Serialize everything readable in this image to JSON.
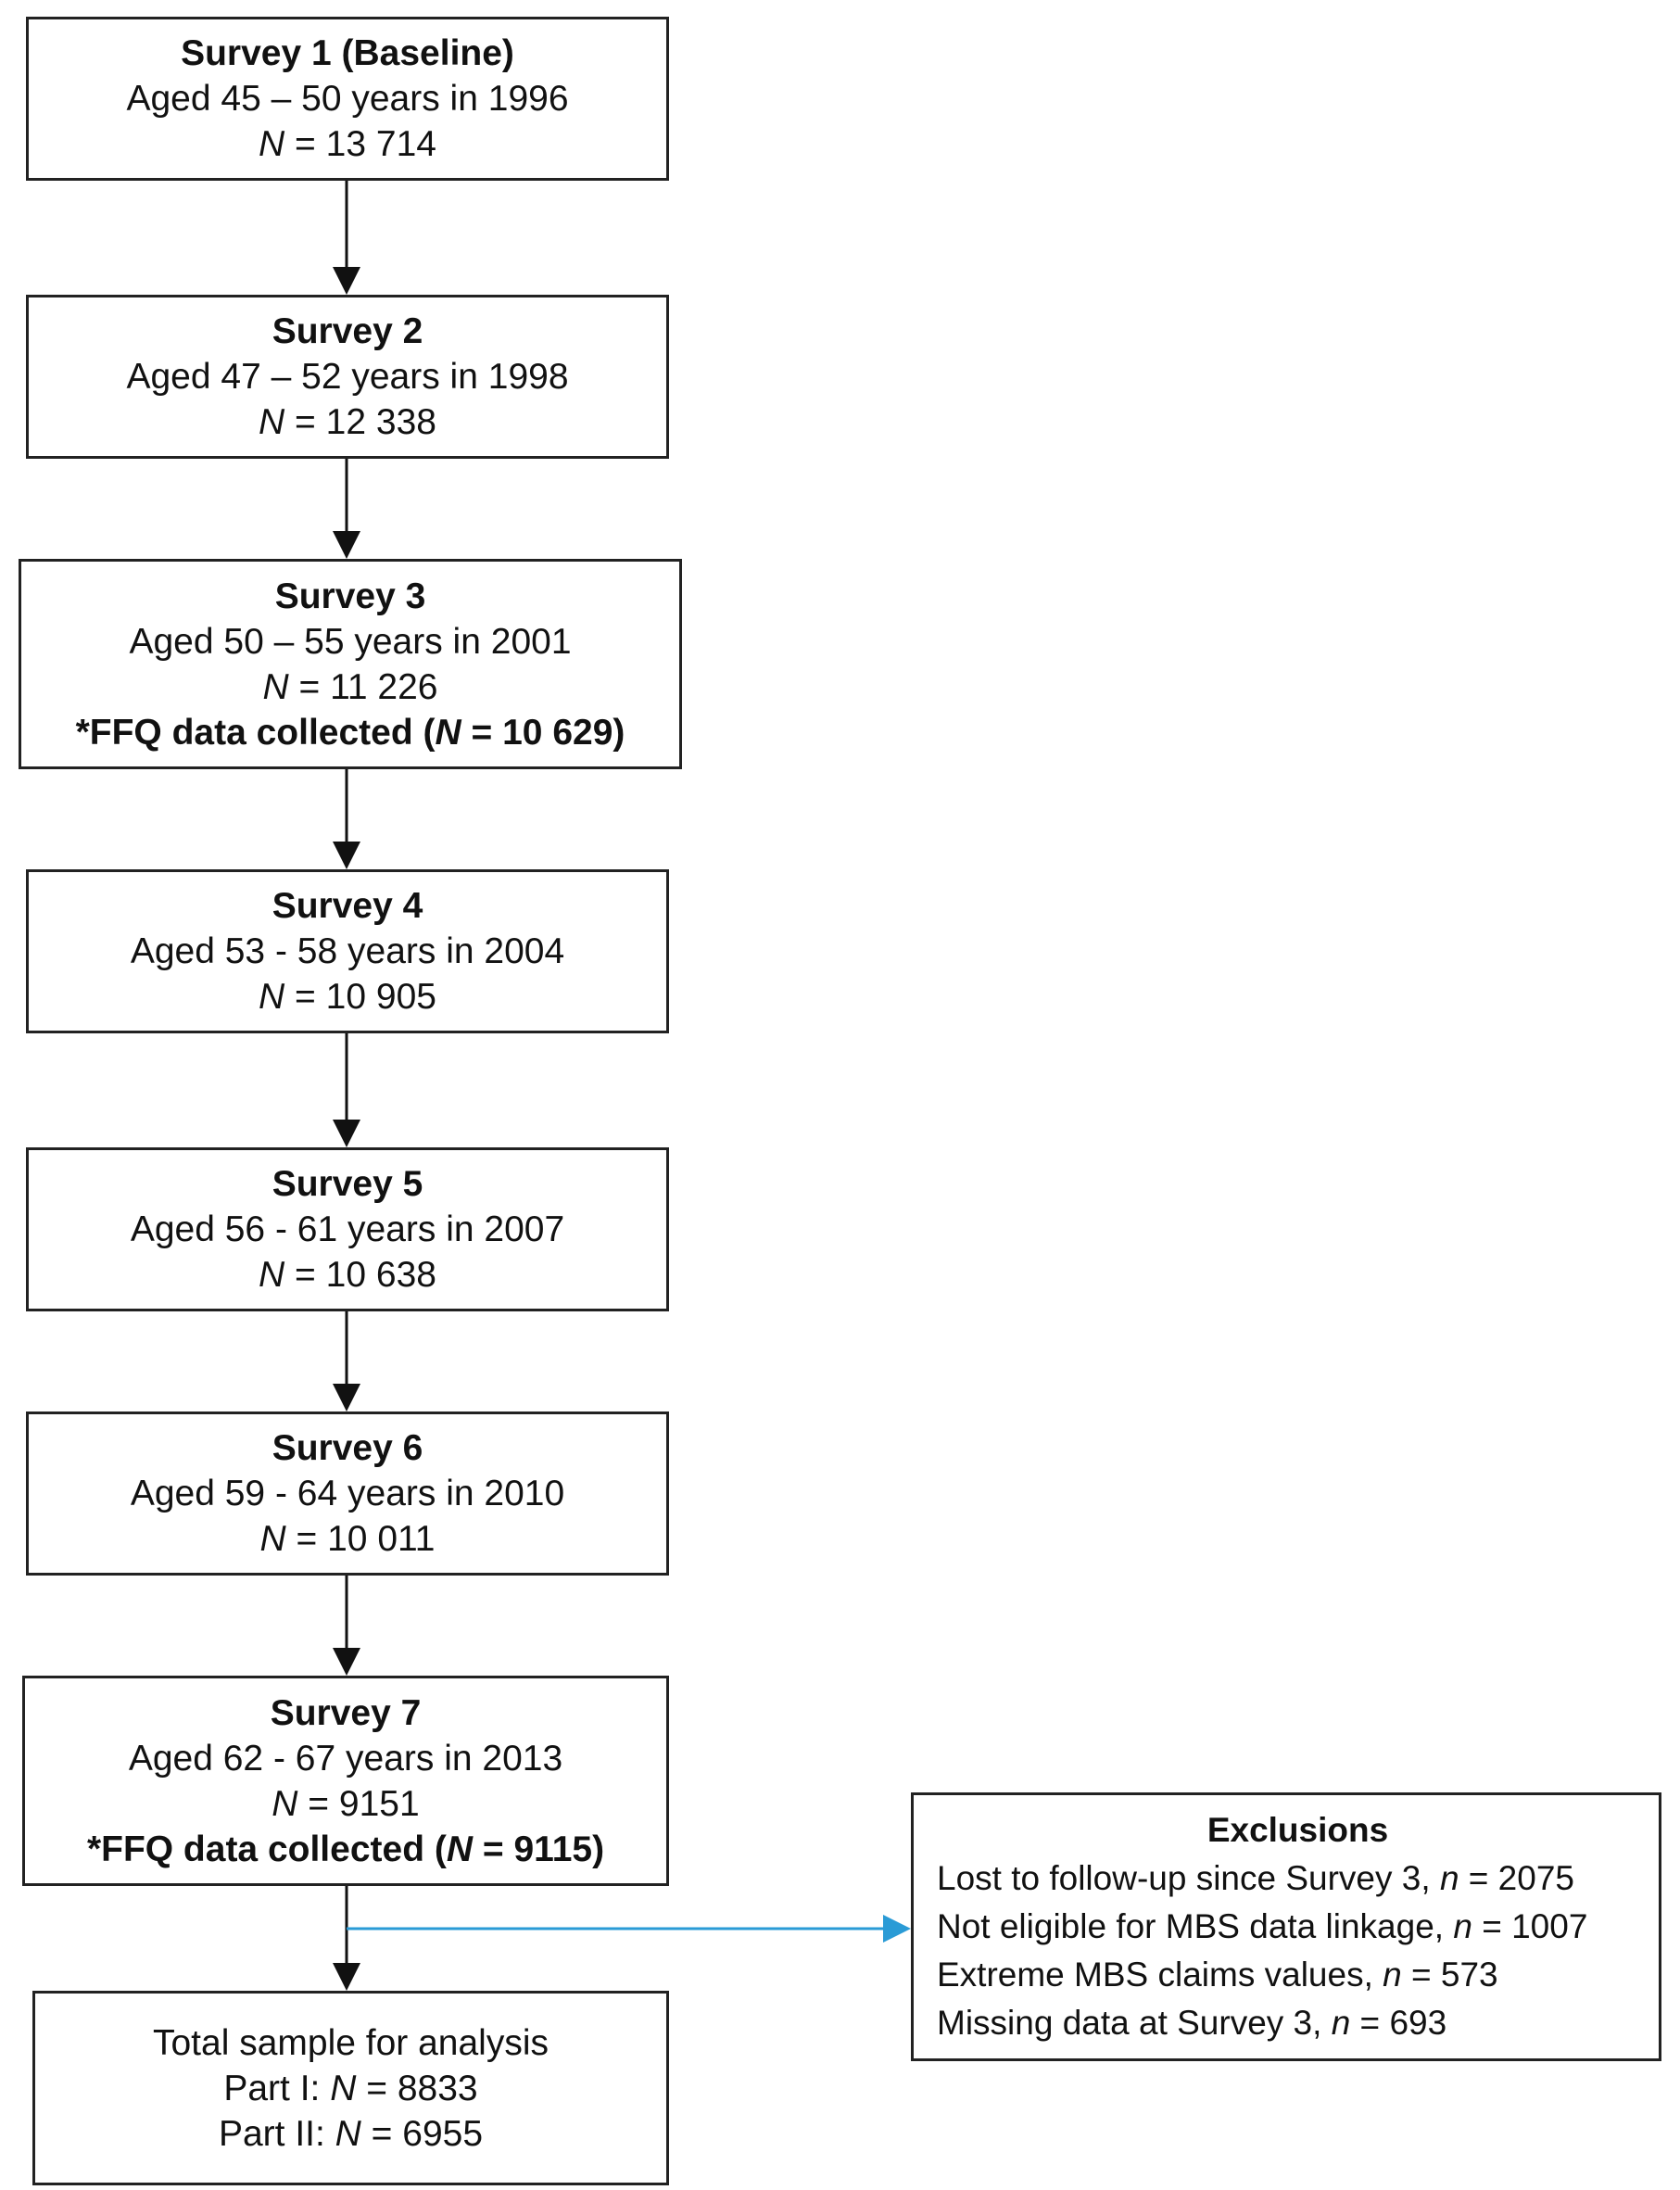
{
  "surveys": [
    {
      "title": "Survey 1 (Baseline)",
      "age": "Aged 45 – 50 years in 1996",
      "n_label": "N",
      "n_value": " = 13 714"
    },
    {
      "title": "Survey 2",
      "age": "Aged 47 – 52 years in 1998",
      "n_label": "N",
      "n_value": " = 12 338"
    },
    {
      "title": "Survey 3",
      "age": "Aged 50 – 55 years in 2001",
      "n_label": "N",
      "n_value": " = 11 226",
      "ffq_prefix": "*FFQ data collected (",
      "ffq_label": "N",
      "ffq_value": " = 10 629)"
    },
    {
      "title": "Survey 4",
      "age": "Aged 53 - 58 years in 2004",
      "n_label": "N",
      "n_value": " = 10 905"
    },
    {
      "title": "Survey 5",
      "age": "Aged 56 - 61 years in 2007",
      "n_label": "N",
      "n_value": " = 10 638"
    },
    {
      "title": "Survey 6",
      "age": "Aged 59 - 64 years in 2010",
      "n_label": "N",
      "n_value": " = 10 011"
    },
    {
      "title": "Survey 7",
      "age": "Aged 62 - 67 years in 2013",
      "n_label": "N",
      "n_value": " = 9151",
      "ffq_prefix": "*FFQ data collected (",
      "ffq_label": "N",
      "ffq_value": " = 9115)"
    }
  ],
  "total": {
    "title": "Total sample for analysis",
    "part1_prefix": "Part I: ",
    "part1_label": "N",
    "part1_value": " = 8833",
    "part2_prefix": "Part II: ",
    "part2_label": "N",
    "part2_value": " = 6955"
  },
  "exclusions": {
    "title": "Exclusions",
    "items": [
      {
        "text": "Lost to follow-up since Survey 3, ",
        "n_label": "n",
        "n_value": " = 2075"
      },
      {
        "text": "Not eligible for MBS data linkage, ",
        "n_label": "n",
        "n_value": " = 1007"
      },
      {
        "text": "Extreme MBS claims values, ",
        "n_label": "n",
        "n_value": " = 573"
      },
      {
        "text": "Missing data at Survey 3, ",
        "n_label": "n",
        "n_value": " = 693"
      }
    ]
  },
  "colors": {
    "border": "#222222",
    "arrow": "#111111",
    "exclusion_arrow": "#2a9bd6"
  }
}
